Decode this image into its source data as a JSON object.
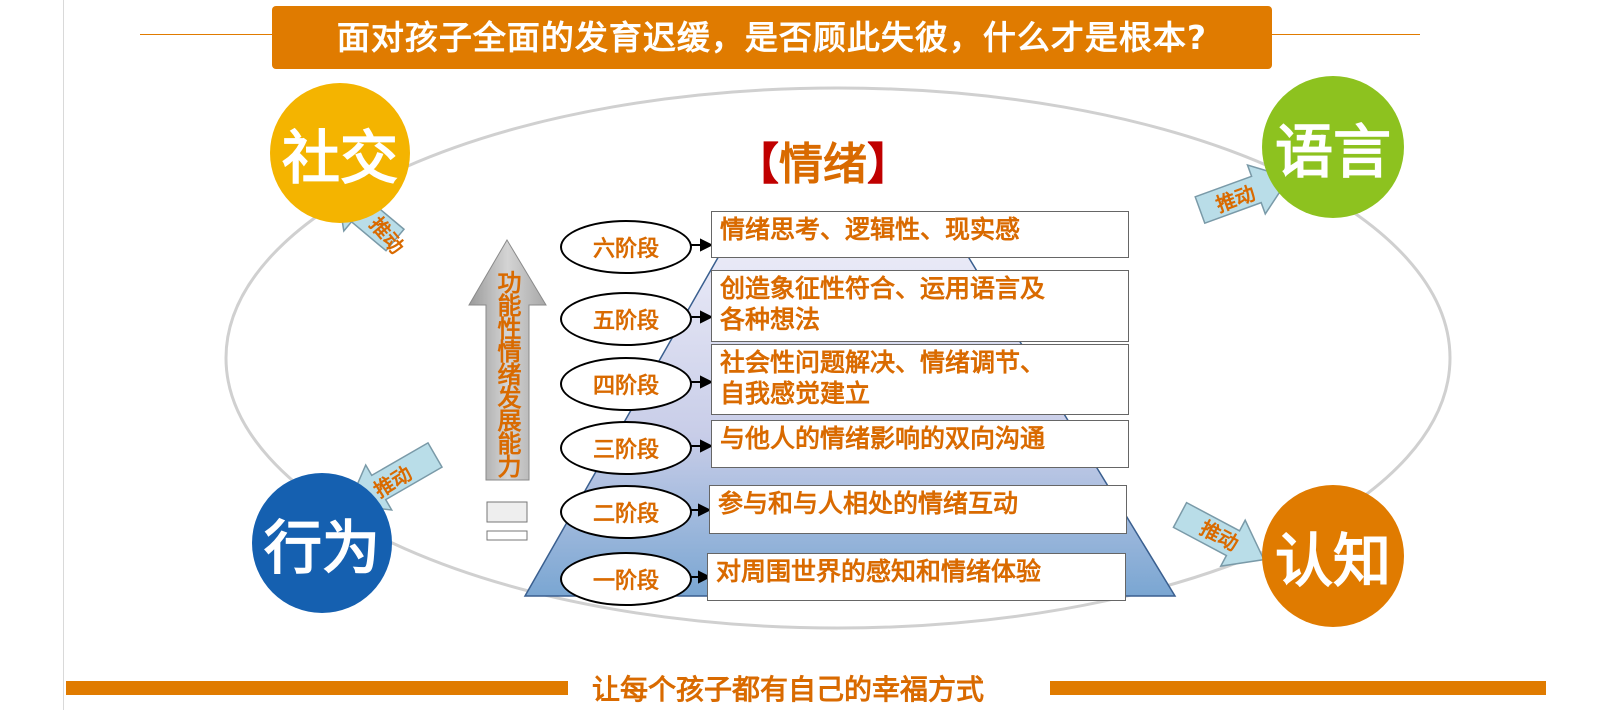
{
  "title": "面对孩子全面的发育迟缓，是否顾此失彼，什么才是根本?",
  "center_title": {
    "open": "【",
    "main": "情绪",
    "close": "】"
  },
  "domains": {
    "social": {
      "label": "社交",
      "color": "#f4b400"
    },
    "language": {
      "label": "语言",
      "color": "#8dc21f"
    },
    "behavior": {
      "label": "行为",
      "color": "#1560b0"
    },
    "cognition": {
      "label": "认知",
      "color": "#e07b00"
    }
  },
  "push_label": "推动",
  "vertical_axis_label": "功能性情绪发展能力",
  "stages": [
    {
      "name": "六阶段",
      "desc": "情绪思考、逻辑性、现实感"
    },
    {
      "name": "五阶段",
      "desc_line1": "创造象征性符合、运用语言及",
      "desc_line2": "各种想法"
    },
    {
      "name": "四阶段",
      "desc_line1": "社会性问题解决、情绪调节、",
      "desc_line2": "自我感觉建立"
    },
    {
      "name": "三阶段",
      "desc": "与他人的情绪影响的双向沟通"
    },
    {
      "name": "二阶段",
      "desc": "参与和与人相处的情绪互动"
    },
    {
      "name": "一阶段",
      "desc": "对周围世界的感知和情绪体验"
    }
  ],
  "footer": "让每个孩子都有自己的幸福方式",
  "colors": {
    "accent": "#e07b00",
    "text_orange": "#d96a00",
    "bracket_red": "#c00000",
    "arrow_fill": "#b9dde8"
  }
}
